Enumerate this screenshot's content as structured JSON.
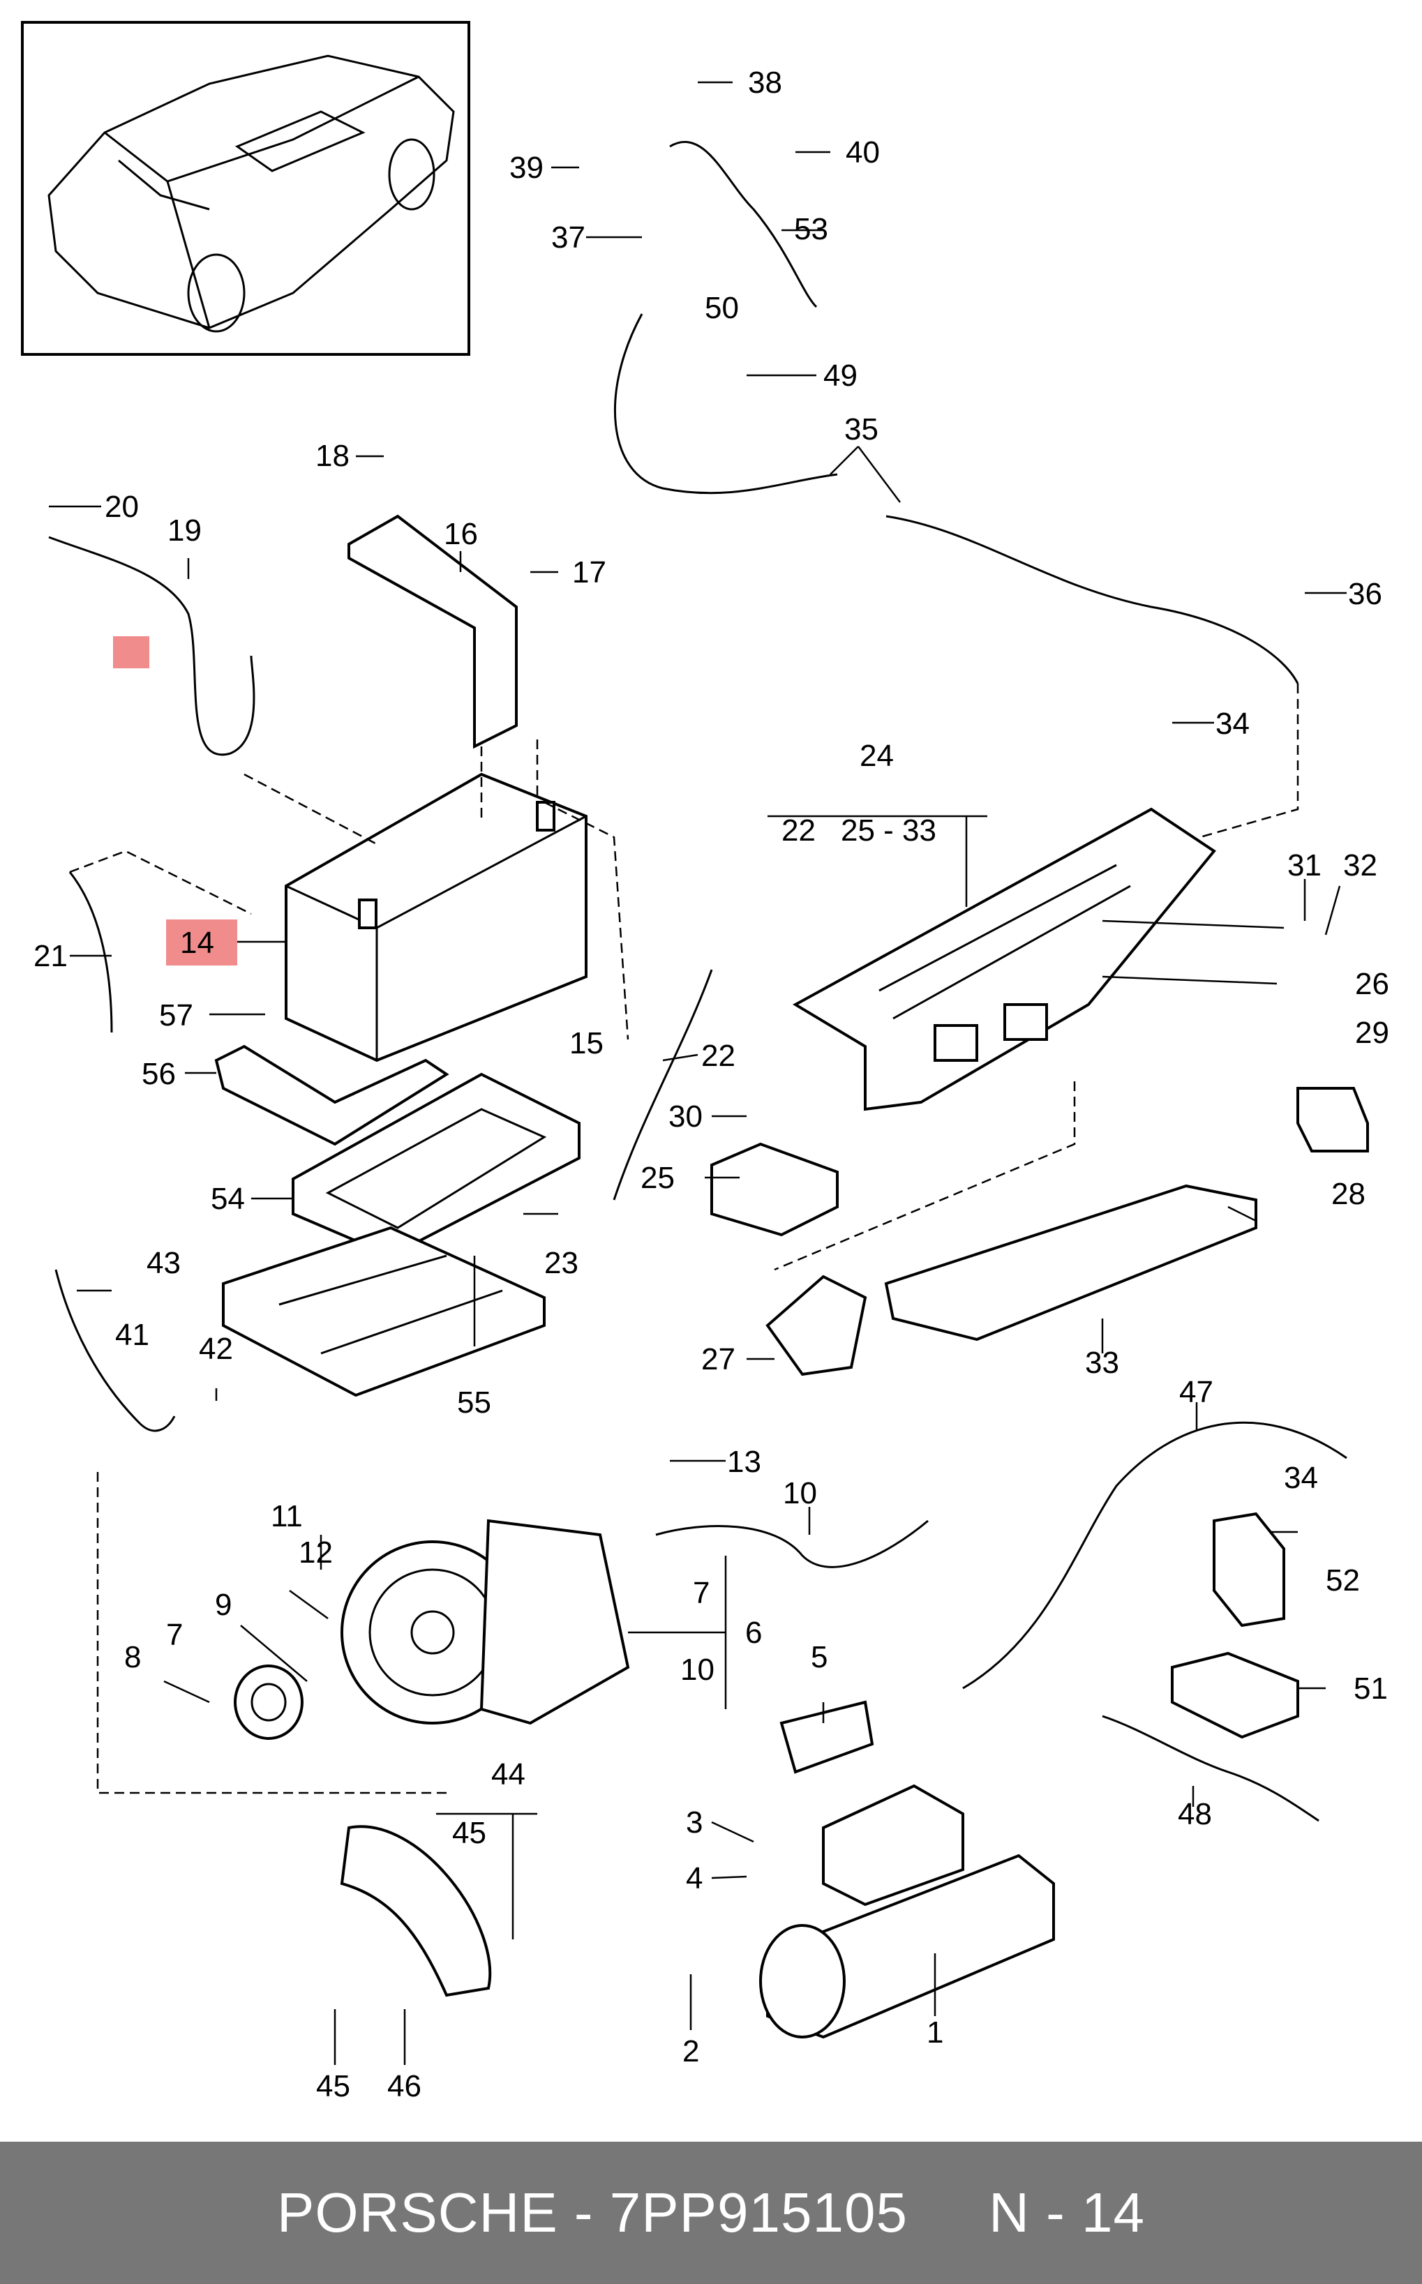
{
  "footer": {
    "brand": "PORSCHE",
    "sep": " - ",
    "part_number": "7PP915105",
    "ref": "N - 14"
  },
  "highlight": {
    "color": "#f08c8c",
    "part": "14"
  },
  "labels": {
    "l1": "1",
    "l2": "2",
    "l3": "3",
    "l4": "4",
    "l5": "5",
    "l6": "6",
    "l7a": "7",
    "l7b": "7",
    "l8": "8",
    "l9": "9",
    "l10a": "10",
    "l10b": "10",
    "l11": "11",
    "l12": "12",
    "l13": "13",
    "l14": "14",
    "l15": "15",
    "l16": "16",
    "l17": "17",
    "l18": "18",
    "l19": "19",
    "l20": "20",
    "l21": "21",
    "l22a": "22",
    "l22b": "22",
    "l23": "23",
    "l24": "24",
    "l25a": "25",
    "l2533": "25 - 33",
    "l26": "26",
    "l27": "27",
    "l28": "28",
    "l29": "29",
    "l30": "30",
    "l31": "31",
    "l32": "32",
    "l33": "33",
    "l34a": "34",
    "l34b": "34",
    "l35": "35",
    "l36": "36",
    "l37": "37",
    "l38": "38",
    "l39": "39",
    "l40": "40",
    "l41": "41",
    "l42": "42",
    "l43": "43",
    "l44": "44",
    "l45a": "45",
    "l45b": "45",
    "l46": "46",
    "l47": "47",
    "l48": "48",
    "l49": "49",
    "l50": "50",
    "l51": "51",
    "l52": "52",
    "l53": "53",
    "l54": "54",
    "l55": "55",
    "l56": "56",
    "l57": "57"
  }
}
